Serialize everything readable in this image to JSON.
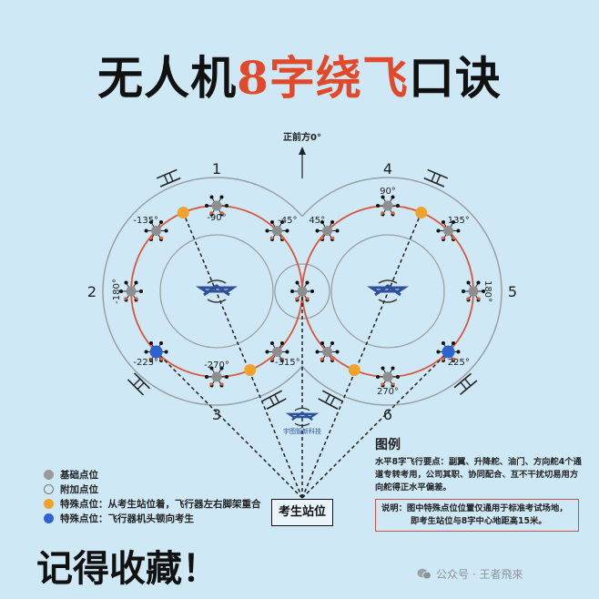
{
  "title": {
    "prefix": "无人机",
    "highlight": "8字绕飞",
    "suffix": "口诀",
    "highlight_color": "#e2492a"
  },
  "diagram": {
    "forward_label": "正前方0°",
    "point_numbers": [
      "1",
      "2",
      "3",
      "4",
      "5",
      "6"
    ],
    "left_angles": [
      "-90°",
      "-135°",
      "-180°",
      "-225°",
      "-270°",
      "-315°",
      "-45°"
    ],
    "right_angles": [
      "90°",
      "135°",
      "180°",
      "225°",
      "270°",
      "45°"
    ],
    "left_angle_values": [
      -90,
      -135,
      -180,
      -225,
      -270,
      -315,
      -45
    ],
    "right_angle_values": [
      90,
      135,
      180,
      225,
      270,
      45
    ],
    "path_color": "#d9553a",
    "logo_text": "宇图智新科技"
  },
  "station_label": "考生站位",
  "legend": {
    "items": [
      {
        "label": "基础点位",
        "color": "#9a9a9a",
        "style": "filled"
      },
      {
        "label": "附加点位",
        "color": "#777777",
        "style": "hollow"
      },
      {
        "label": "特殊点位：从考生站位着，飞行器左右脚架重合",
        "color": "#f0a22a",
        "style": "filled"
      },
      {
        "label": "特殊点位：飞行器机头顿向考生",
        "color": "#2e62d0",
        "style": "filled"
      }
    ],
    "title": "图例",
    "paragraph": "水平8字飞行要点：副翼、升降舵、油门、方向舵4个通道专转考用，公司其职、协同配合、互不干扰切易用方向舵得正水平偏差。",
    "note_line1": "说明：图中特殊点位位置仅通用于标准考试场地，",
    "note_line2": "即考生站位与8字中心地距高15米。"
  },
  "footer": {
    "slogan": "记得收藏！",
    "account": "公众号 · 王者飛來"
  }
}
